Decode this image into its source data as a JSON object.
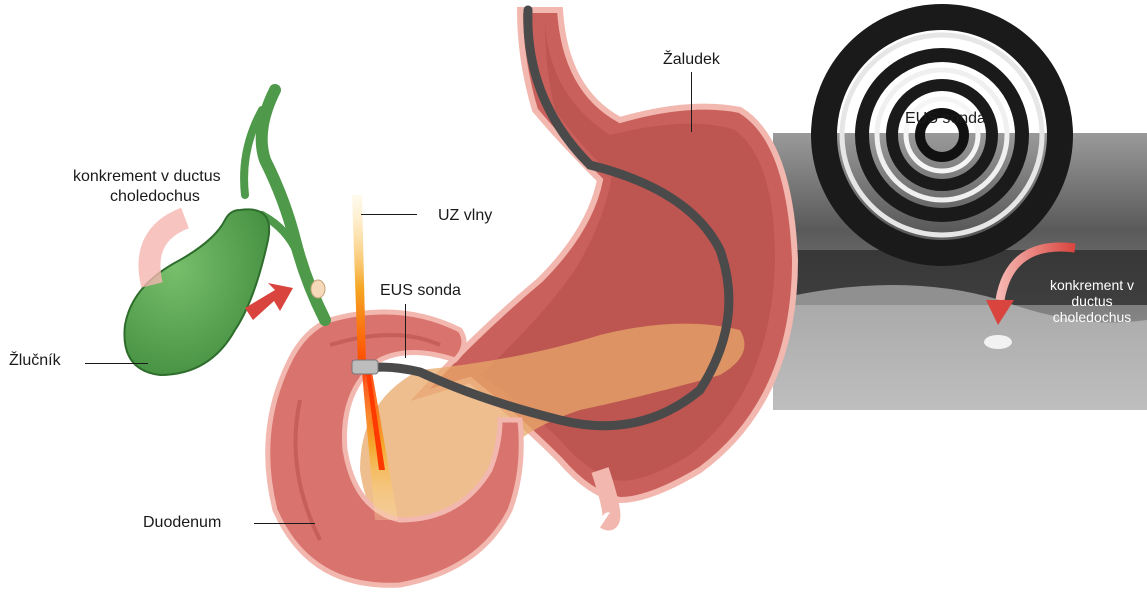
{
  "labels": {
    "stomach": "Žaludek",
    "eus_probe_top": "EUS sonda",
    "stone_line1": "konkrement v ductus",
    "stone_line2": "choledochus",
    "us_waves": "UZ vlny",
    "eus_probe": "EUS sonda",
    "gallbladder": "Žlučník",
    "duodenum": "Duodenum",
    "us_stone_line1": "konkrement v",
    "us_stone_line2": "ductus",
    "us_stone_line3": "choledochus"
  },
  "colors": {
    "tissue": "#d9736e",
    "tissue_dark": "#b9504b",
    "tissue_light": "#f3c1b6",
    "gallbladder": "#4f9a4a",
    "gallbladder_dark": "#2f6d2d",
    "pancreas": "#e8a86a",
    "arrow_red": "#d9443e",
    "probe": "#4a4a4a",
    "beam": "#f5a623"
  }
}
